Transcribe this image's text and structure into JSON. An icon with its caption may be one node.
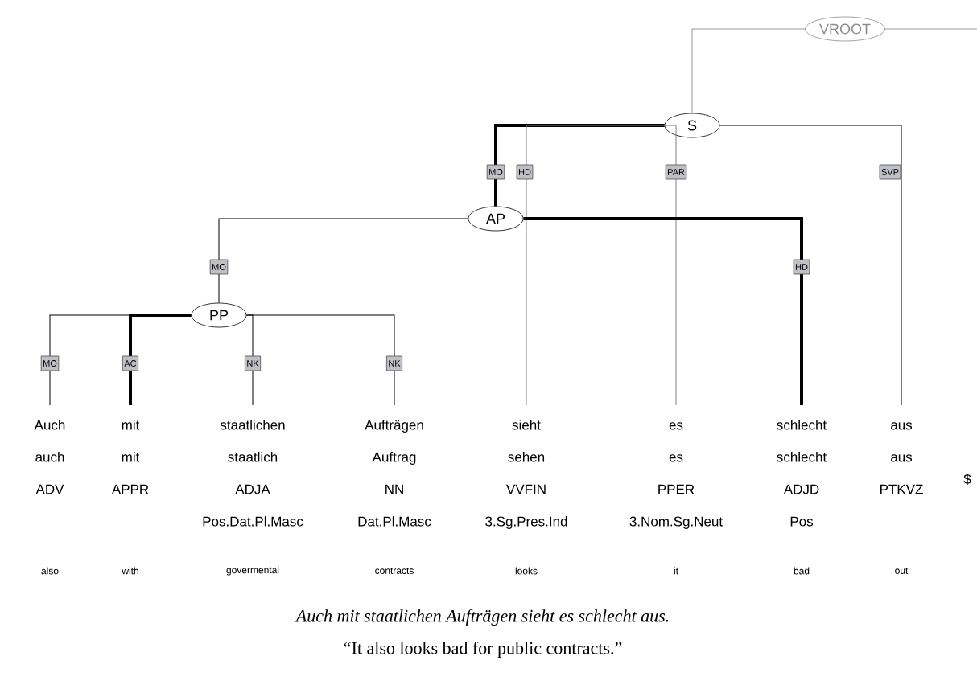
{
  "diagram": {
    "caption": "Auch mit staatlichen Aufträgen sieht es schlecht aus.",
    "nodes": [
      {
        "text": [
          "VROOT"
        ]
      },
      {
        "text": [
          "S"
        ]
      },
      {
        "text": [
          "AP"
        ]
      },
      {
        "text": [
          "PP"
        ]
      },
      {
        "text": [
          "Auch",
          "auch",
          "ADV"
        ]
      },
      {
        "text": [
          "mit",
          "mit",
          "APPR"
        ]
      },
      {
        "text": [
          "staatlichen",
          "staatlich",
          "ADJA",
          "Pos.Dat.Pl.Masc"
        ]
      },
      {
        "text": [
          "Aufträgen",
          "Auftrag",
          "NN",
          "Dat.Pl.Masc"
        ]
      },
      {
        "text": [
          "sieht",
          "sehen",
          "VVFIN",
          "3.Sg.Pres.Ind"
        ]
      },
      {
        "text": [
          "es",
          "es",
          "PPER",
          "3.Nom.Sg.Neut"
        ]
      },
      {
        "text": [
          "schlecht",
          "schlecht",
          "ADJD",
          "Pos"
        ]
      },
      {
        "text": [
          "aus",
          "aus",
          "PTKVZ"
        ]
      }
    ],
    "edges": [
      {
        "from": 0,
        "to": 1,
        "arrow": "none",
        "color": "#999999"
      },
      {
        "from": 0,
        "to": null,
        "arrow": "none",
        "color": "#999999"
      },
      {
        "from": 1,
        "to": 2,
        "arrow": "none",
        "label": "MO",
        "style": "thick"
      },
      {
        "from": 1,
        "to": 8,
        "arrow": "none",
        "label": "HD",
        "color": "#808080"
      },
      {
        "from": 1,
        "to": 9,
        "arrow": "none",
        "label": "PAR",
        "color": "#808080"
      },
      {
        "from": 1,
        "to": 11,
        "arrow": "none",
        "label": "SVP"
      },
      {
        "from": 2,
        "to": 3,
        "arrow": "none",
        "label": "MO"
      },
      {
        "from": 2,
        "to": 10,
        "arrow": "none",
        "label": "HD",
        "style": "thick"
      },
      {
        "from": 3,
        "to": 4,
        "arrow": "none",
        "label": "MO"
      },
      {
        "from": 3,
        "to": 5,
        "arrow": "none",
        "label": "AC",
        "style": "thick"
      },
      {
        "from": 3,
        "to": 6,
        "arrow": "none",
        "label": "NK"
      },
      {
        "from": 3,
        "to": 7,
        "arrow": "none",
        "label": "NK"
      }
    ],
    "labels": [
      "$",
      "also",
      "with",
      "govermental",
      "contracts",
      "looks",
      "it",
      "bad",
      "out",
      "“It also looks bad for public contracts.”"
    ]
  }
}
